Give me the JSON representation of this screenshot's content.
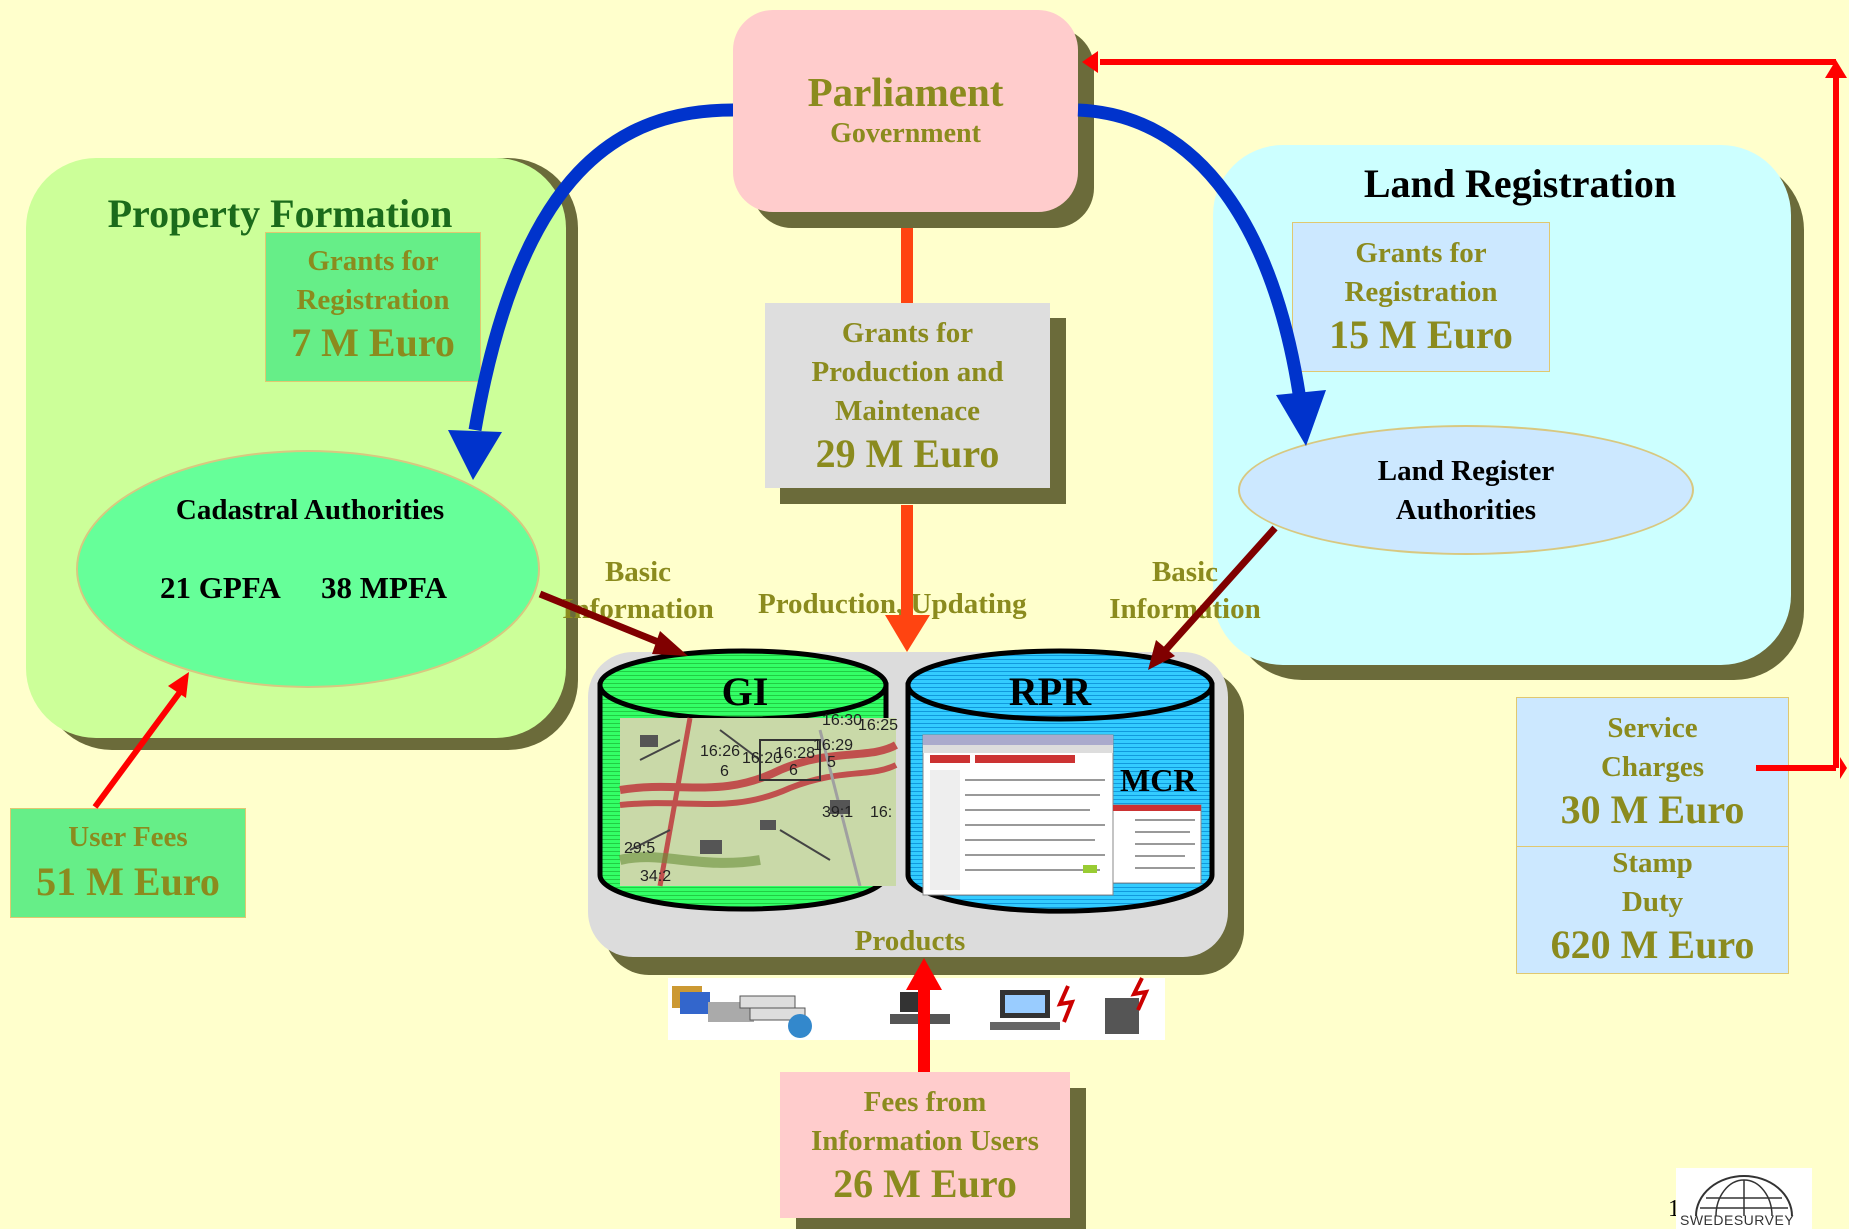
{
  "parliament": {
    "title": "Parliament",
    "subtitle": "Government"
  },
  "property_formation": {
    "title": "Property Formation",
    "grant": {
      "line1": "Grants for",
      "line2": "Registration",
      "amount": "7 M Euro"
    },
    "cadastral": {
      "title": "Cadastral Authorities",
      "gpfa": "21 GPFA",
      "mpfa": "38 MPFA"
    }
  },
  "land_registration": {
    "title": "Land Registration",
    "grant": {
      "line1": "Grants for",
      "line2": "Registration",
      "amount": "15 M Euro"
    },
    "authorities": {
      "line1": "Land Register",
      "line2": "Authorities"
    }
  },
  "production_grant": {
    "line1": "Grants for",
    "line2": "Production and",
    "line3": "Maintenace",
    "amount": "29 M Euro"
  },
  "flow_labels": {
    "basic_info_left": {
      "line1": "Basic",
      "line2": "Information"
    },
    "production_updating": "Production, Updating",
    "basic_info_right": {
      "line1": "Basic",
      "line2": "Information"
    }
  },
  "databases": {
    "gi": "GI",
    "rpr": "RPR",
    "mcr": "MCR",
    "products": "Products"
  },
  "map_labels": [
    "16:30",
    "16:25",
    "16:26",
    "16:20",
    "16:28",
    "16:29",
    "6",
    "6",
    "5",
    "39:1",
    "16:",
    "29:5",
    "34:2"
  ],
  "user_fees": {
    "label": "User Fees",
    "amount": "51 M Euro"
  },
  "service_charges": {
    "line1": "Service",
    "line2": "Charges",
    "amount": "30 M Euro"
  },
  "stamp_duty": {
    "line1": "Stamp",
    "line2": "Duty",
    "amount": "620 M Euro"
  },
  "info_fees": {
    "line1": "Fees from",
    "line2": "Information Users",
    "amount": "26 M Euro"
  },
  "logo": {
    "text": "SWEDESURVEY",
    "page_mark": "1"
  },
  "colors": {
    "background": "#ffffcc",
    "parliament": "#ffcccc",
    "property": "#ccff99",
    "land": "#ccffff",
    "cadastral": "#66ff99",
    "land_authorities": "#cceeff",
    "gi_db": "#33ff66",
    "rpr_db": "#33ccff",
    "blue_arrow": "#0033cc",
    "red_arrow": "#ff0000",
    "orange_arrow": "#ff4411",
    "dark_arrow": "#800000"
  }
}
